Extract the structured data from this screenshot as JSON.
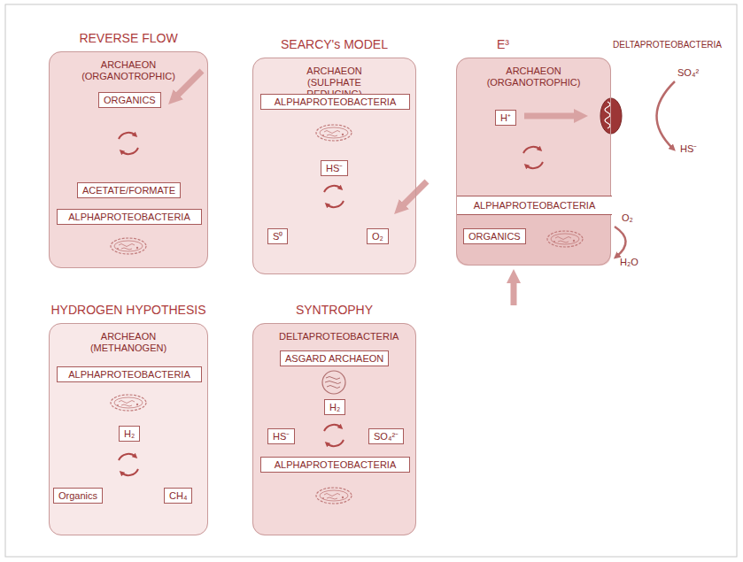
{
  "diagram": {
    "nodes": [
      {
        "text": [
          "REVERSE FLOW",
          "ARCHAEON (ORGANOTROPHIC)"
        ]
      },
      {
        "text": [
          "ORGANICS"
        ],
        "in": 0
      },
      {
        "text": [
          "ACETATE/FORMATE"
        ],
        "in": 0
      },
      {
        "text": [
          "ALPHAPROTEOBACTERIA"
        ],
        "in": 0
      },
      {
        "text": [
          "SEARCY's MODEL",
          "ARCHAEON (SULPHATE REDUCING)"
        ]
      },
      {
        "text": [
          "ALPHAPROTEOBACTERIA"
        ],
        "in": 4
      },
      {
        "text": [
          "HS⁻"
        ],
        "in": 4
      },
      {
        "text": [
          "S⁰"
        ],
        "in": 4
      },
      {
        "text": [
          "O₂"
        ],
        "in": 4
      },
      {
        "text": [
          "E³",
          "ARCHAEON (ORGANOTROPHIC)"
        ]
      },
      {
        "text": [
          "H⁺"
        ],
        "in": 9
      },
      {
        "text": [
          "ALPHAPROTEOBACTERIA"
        ],
        "in": 9
      },
      {
        "text": [
          "ORGANICS"
        ],
        "in": 9
      },
      {
        "text": [
          "HYDROGEN HYPOTHESIS",
          "ARCHEAON (METHANOGEN)"
        ]
      },
      {
        "text": [
          "ALPHAPROTEOBACTERIA"
        ],
        "in": 13
      },
      {
        "text": [
          "H₂"
        ],
        "in": 13
      },
      {
        "text": [
          "Organics"
        ],
        "in": 13
      },
      {
        "text": [
          "CH₄"
        ],
        "in": 13
      },
      {
        "text": [
          "SYNTROPHY",
          "DELTAPROTEOBACTERIA"
        ]
      },
      {
        "text": [
          "ASGARD ARCHAEON"
        ],
        "in": 18
      },
      {
        "text": [
          "H₂"
        ],
        "in": 18
      },
      {
        "text": [
          "HS⁻"
        ],
        "in": 18
      },
      {
        "text": [
          "SO₄²⁻"
        ],
        "in": 18
      },
      {
        "text": [
          "ALPHAPROTEOBACTERIA"
        ],
        "in": 18
      }
    ],
    "edges": [],
    "labels": [
      "DELTAPROTEOBACTERIA",
      "SO₄²",
      "HS⁻",
      "O₂",
      "H₂O"
    ]
  }
}
